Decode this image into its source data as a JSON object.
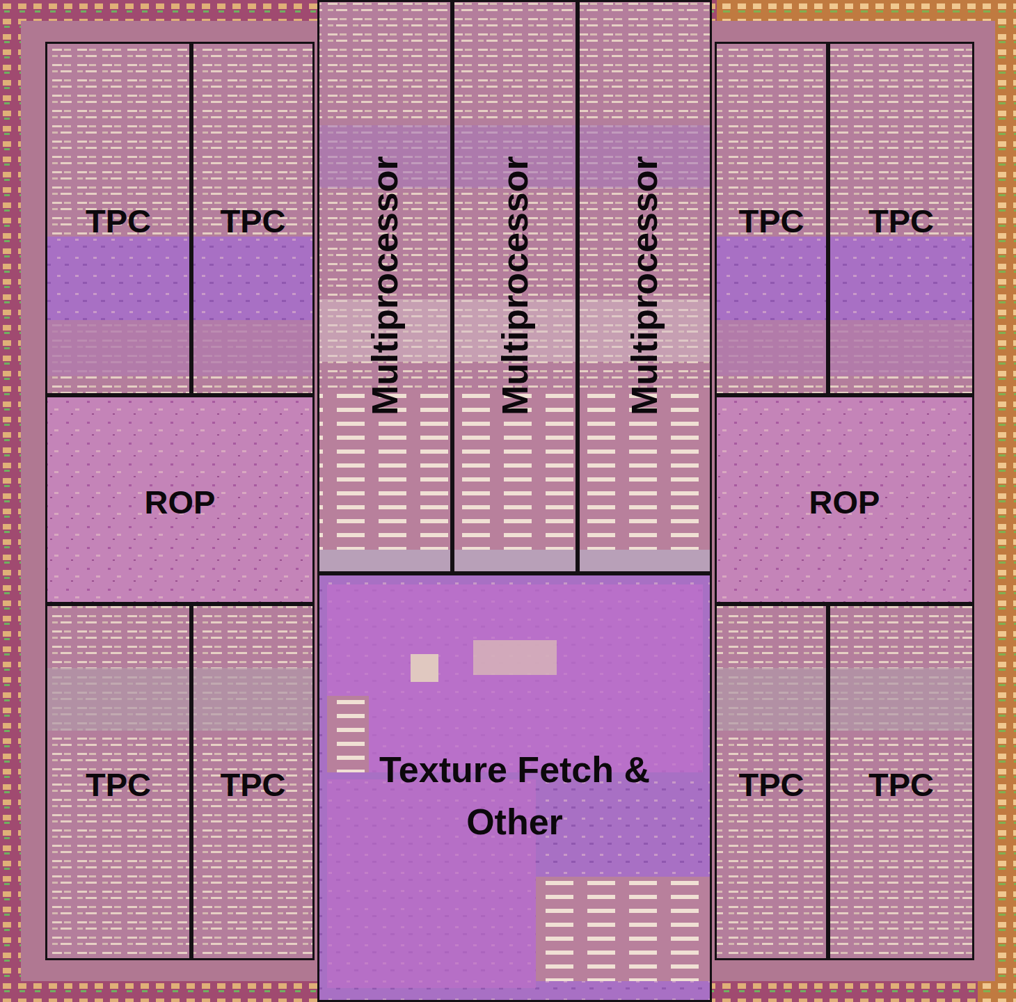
{
  "diagram": {
    "nodes": [
      {
        "text": [
          "TPC"
        ]
      },
      {
        "text": [
          "TPC"
        ]
      },
      {
        "text": [
          "Multiprocessor"
        ]
      },
      {
        "text": [
          "Multiprocessor"
        ]
      },
      {
        "text": [
          "Multiprocessor"
        ]
      },
      {
        "text": [
          "TPC"
        ]
      },
      {
        "text": [
          "TPC"
        ]
      },
      {
        "text": [
          "ROP"
        ]
      },
      {
        "text": [
          "ROP"
        ]
      },
      {
        "text": [
          "TPC"
        ]
      },
      {
        "text": [
          "TPC"
        ]
      },
      {
        "text": [
          "Texture Fetch & Other"
        ]
      },
      {
        "text": [
          "TPC"
        ]
      },
      {
        "text": [
          "TPC"
        ]
      }
    ]
  }
}
